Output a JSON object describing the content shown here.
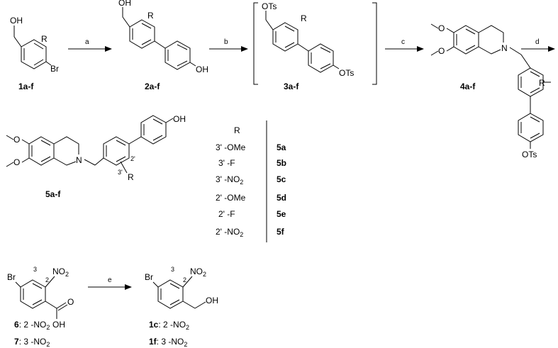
{
  "compounds": {
    "c1": "1a-f",
    "c2": "2a-f",
    "c3": "3a-f",
    "c4": "4a-f",
    "c5": "5a-f"
  },
  "arrows": [
    "a",
    "b",
    "c",
    "d",
    "e"
  ],
  "atoms": {
    "oh": "OH",
    "br": "Br",
    "r": "R",
    "ots": "OTs",
    "n": "N",
    "no2": "NO",
    "sub2": "2",
    "pos2": "2",
    "pos3": "3",
    "pos2p": "2'",
    "pos3p": "3'"
  },
  "table": {
    "header": "R",
    "rows": [
      {
        "sub": "3' -OMe",
        "id": "5a"
      },
      {
        "sub": "3' -F",
        "id": "5b"
      },
      {
        "sub": "3' -NO",
        "sub2": "2",
        "id": "5c"
      },
      {
        "sub": "2' -OMe",
        "id": "5d"
      },
      {
        "sub": "2' -F",
        "id": "5e"
      },
      {
        "sub": "2' -NO",
        "sub2": "2",
        "id": "5f"
      }
    ]
  },
  "bottom": {
    "c6_id": "6",
    "c6_text": ": 2 -NO",
    "c7_id": "7",
    "c7_text": ": 3 -NO",
    "c1c_id": "1c",
    "c1c_text": ": 2 -NO",
    "c1f_id": "1f",
    "c1f_text": ": 3 -NO",
    "sub": "2"
  }
}
